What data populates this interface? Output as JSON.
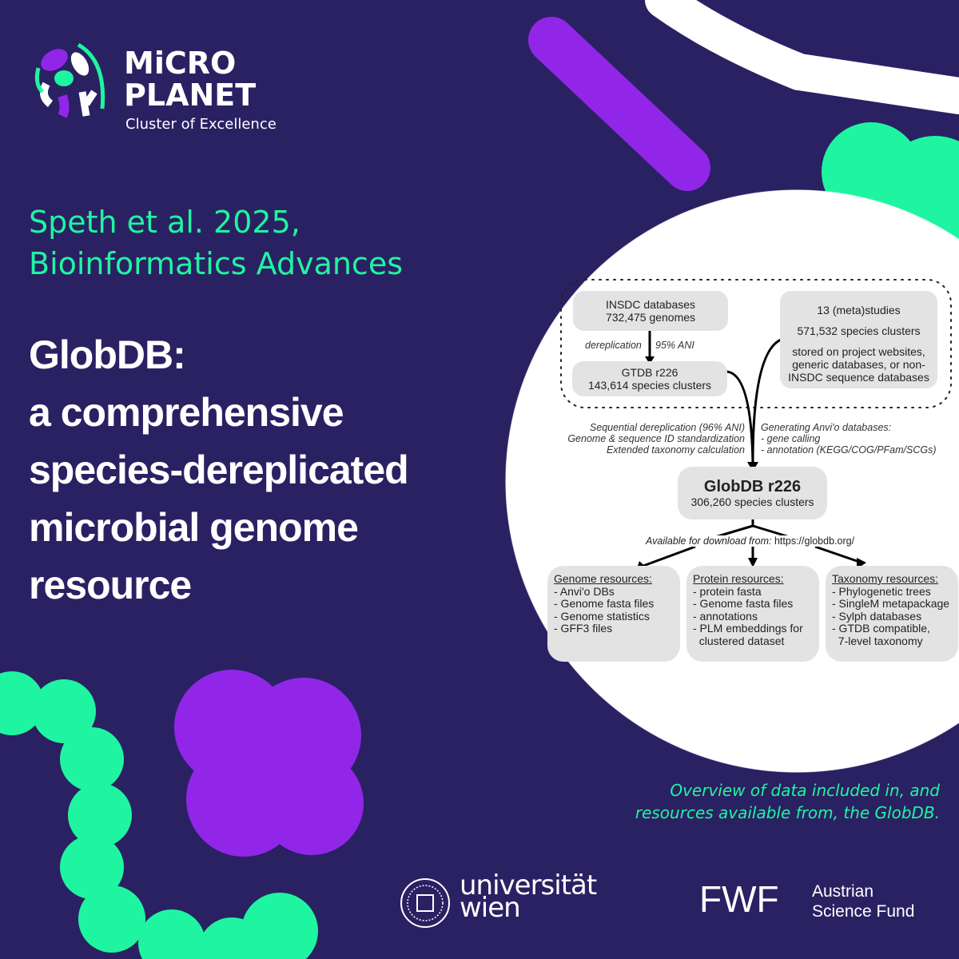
{
  "logo": {
    "line1": "MiCRO",
    "line2": "PLANET",
    "subtitle": "Cluster of Excellence"
  },
  "reference": {
    "line1": "Speth et al. 2025,",
    "line2": "Bioinformatics Advances"
  },
  "title": {
    "lines": [
      "GlobDB:",
      "a comprehensive",
      "species-dereplicated",
      "microbial genome",
      "resource"
    ]
  },
  "diagram": {
    "insdc": {
      "line1": "INSDC databases",
      "line2": "732,475 genomes"
    },
    "derep_left": "dereplication",
    "derep_right": "95% ANI",
    "gtdb": {
      "line1": "GTDB r226",
      "line2": "143,614 species clusters"
    },
    "studies": {
      "line1": "13 (meta)studies",
      "line2": "571,532 species clusters",
      "line3": "stored on project websites,",
      "line4": "generic databases, or non-",
      "line5": "INSDC sequence databases"
    },
    "process_left": [
      "Sequential dereplication (96% ANI)",
      "Genome & sequence ID standardization",
      "Extended taxonomy calculation"
    ],
    "process_right": [
      "Generating Anvi'o databases:",
      "- gene calling",
      "- annotation (KEGG/COG/PFam/SCGs)"
    ],
    "globdb": {
      "line1": "GlobDB r226",
      "line2": "306,260 species clusters"
    },
    "download_label": "Available for download from:",
    "download_url": "https://globdb.org/",
    "resources": [
      {
        "title": "Genome resources:",
        "items": [
          "- Anvi'o DBs",
          "- Genome fasta files",
          "- Genome statistics",
          "- GFF3 files"
        ]
      },
      {
        "title": "Protein resources:",
        "items": [
          "- protein fasta",
          "- Genome fasta files",
          "- annotations",
          "- PLM embeddings for",
          "  clustered dataset"
        ]
      },
      {
        "title": "Taxonomy resources:",
        "items": [
          "- Phylogenetic trees",
          "- SingleM metapackage",
          "- Sylph databases",
          "- GTDB compatible,",
          "  7-level taxonomy"
        ]
      }
    ]
  },
  "caption": {
    "line1": "Overview of data included in, and",
    "line2": "resources available from, the GlobDB."
  },
  "footer": {
    "uni_line1": "universität",
    "uni_line2": "wien",
    "fwf": "FWF",
    "fwf_line1": "Austrian",
    "fwf_line2": "Science Fund"
  },
  "colors": {
    "background": "#2a2163",
    "green": "#1ff5a0",
    "purple": "#9226e8"
  }
}
